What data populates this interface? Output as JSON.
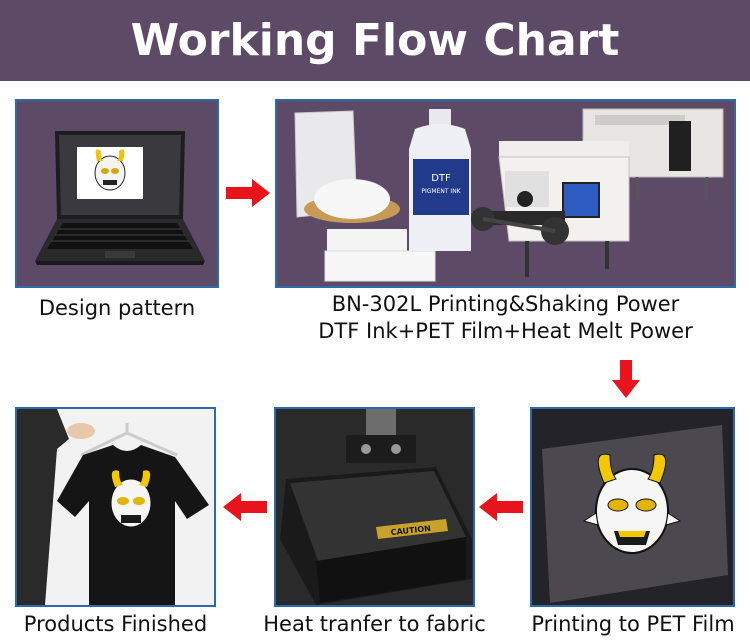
{
  "title": "Working Flow Chart",
  "colors": {
    "banner": "#5d4a66",
    "panel_bg": "#5d4a66",
    "panel_border": "#2f6aa8",
    "arrow": "#e8131b",
    "title_text": "#ffffff"
  },
  "steps": [
    {
      "caption": "Design pattern"
    },
    {
      "caption_lines": [
        "BN-302L Printing&Shaking Power",
        "DTF Ink+PET Film+Heat Melt Power"
      ]
    },
    {
      "caption": "Printing to PET Film"
    },
    {
      "caption": "Heat tranfer to fabric"
    },
    {
      "caption": "Products Finished"
    }
  ],
  "ink_bottle_label": "DTF",
  "ink_bottle_sublabel": "PIGMENT INK",
  "press_label": "CAUTION"
}
